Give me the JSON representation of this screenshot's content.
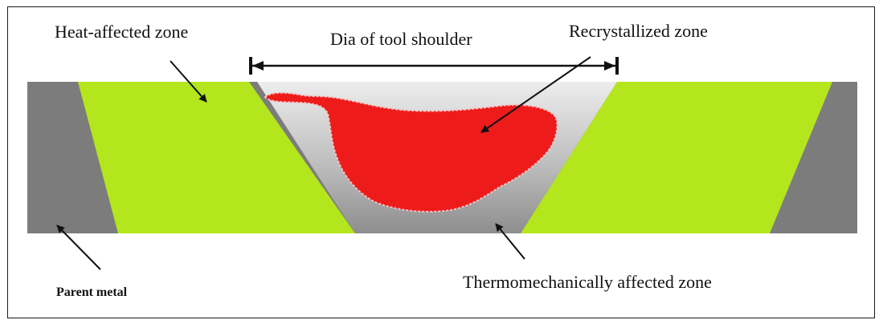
{
  "labels": {
    "heat_affected_zone": "Heat-affected zone",
    "tool_shoulder": "Dia of tool shoulder",
    "recrystallized_zone": "Recrystallized zone",
    "thermomechanical_zone": "Thermomechanically affected zone",
    "parent_metal": "Parent metal"
  },
  "colors": {
    "parent_metal": "#7c7c7c",
    "heat_affected_zone": "#b3e61c",
    "thermomechanical_zone_light": "#e4e4e4",
    "thermomechanical_zone_dark": "#8a8a8a",
    "recrystallized_zone": "#ee1b1b",
    "border": "#1a1a1a"
  }
}
